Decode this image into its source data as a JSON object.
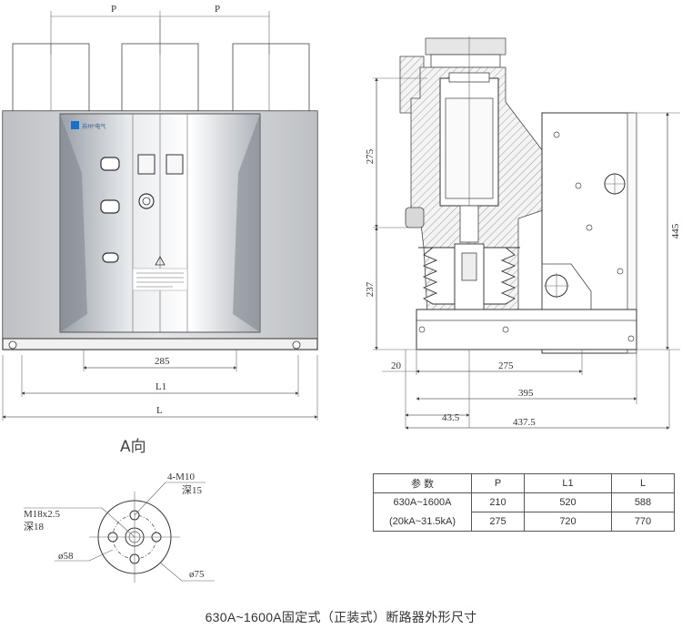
{
  "front_view": {
    "dims": {
      "p": "P",
      "pitch_285": "285",
      "l1": "L1",
      "l": "L"
    },
    "logo_text": "苏州*电气",
    "view_label": "A向"
  },
  "side_view": {
    "dims": {
      "d275_vertical": "275",
      "d237": "237",
      "d445": "445",
      "d20": "20",
      "d275_horizontal": "275",
      "d395": "395",
      "d43_5": "43.5",
      "d437_5": "437.5"
    }
  },
  "terminal_detail": {
    "hole_label": "4-M10",
    "hole_depth": "深15",
    "center_thread": "M18x2.5",
    "center_depth": "深18",
    "d58": "ø58",
    "d75": "ø75"
  },
  "table": {
    "headers": [
      "参  数",
      "P",
      "L1",
      "L"
    ],
    "row_label_1": "630A~1600A",
    "row_label_2": "(20kA~31.5kA)",
    "rows": [
      [
        "210",
        "520",
        "588"
      ],
      [
        "275",
        "720",
        "770"
      ]
    ]
  },
  "caption": "630A~1600A固定式（正装式）断路器外形尺寸"
}
